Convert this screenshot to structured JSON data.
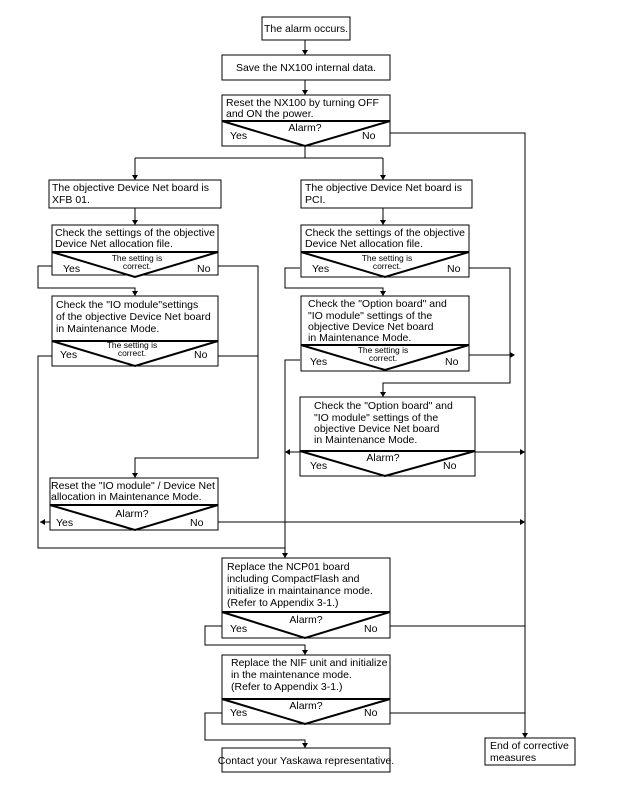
{
  "flowchart": {
    "start": "The alarm occurs.",
    "save": "Save the NX100 internal data.",
    "reset_power": {
      "lines": [
        "Reset the NX100 by turning OFF",
        "and ON the power."
      ],
      "question": "Alarm?",
      "yes": "Yes",
      "no": "No"
    },
    "xfb_board": {
      "lines": [
        "The objective Device Net board is",
        "XFB 01."
      ]
    },
    "pci_board": {
      "lines": [
        "The objective Device Net board is",
        "PCI."
      ]
    },
    "left_check_alloc": {
      "lines": [
        "Check the settings of the objective",
        "Device Net allocation file."
      ],
      "question": [
        "The setting is",
        "correct."
      ],
      "yes": "Yes",
      "no": "No"
    },
    "left_check_io": {
      "lines": [
        "Check the \"IO module\"settings",
        "of the objective Device Net board",
        "in Maintenance Mode."
      ],
      "question": [
        "The setting is",
        "correct."
      ],
      "yes": "Yes",
      "no": "No"
    },
    "right_check_alloc": {
      "lines": [
        "Check the settings of the objective",
        "Device Net allocation file."
      ],
      "question": [
        "The setting is",
        "correct."
      ],
      "yes": "Yes",
      "no": "No"
    },
    "right_check_option": {
      "lines": [
        "Check the \"Option board\" and",
        "\"IO module\" settings of the",
        "objective Device Net board",
        "in Maintenance Mode."
      ],
      "question": [
        "The setting is",
        "correct."
      ],
      "yes": "Yes",
      "no": "No"
    },
    "right_check_option2": {
      "lines": [
        "Check the \"Option board\" and",
        "\"IO module\" settings of the",
        "objective Device Net board",
        "in Maintenance Mode."
      ],
      "question": "Alarm?",
      "yes": "Yes",
      "no": "No"
    },
    "reset_io": {
      "lines": [
        "Reset the \"IO module\" / Device Net",
        "allocation in Maintenance Mode."
      ],
      "question": "Alarm?",
      "yes": "Yes",
      "no": "No"
    },
    "replace_ncp": {
      "lines": [
        "Replace the NCP01 board",
        "including CompactFlash and",
        "initialize in maintainance mode.",
        "(Refer to Appendix 3-1.)"
      ],
      "question": "Alarm?",
      "yes": "Yes",
      "no": "No"
    },
    "replace_nif": {
      "lines": [
        "Replace the NIF unit and initialize",
        "in the maintenance mode.",
        "(Refer to Appendix 3-1.)"
      ],
      "question": "Alarm?",
      "yes": "Yes",
      "no": "No"
    },
    "contact": "Contact your Yaskawa representative.",
    "end": {
      "lines": [
        "End of corrective",
        "measures"
      ]
    }
  }
}
